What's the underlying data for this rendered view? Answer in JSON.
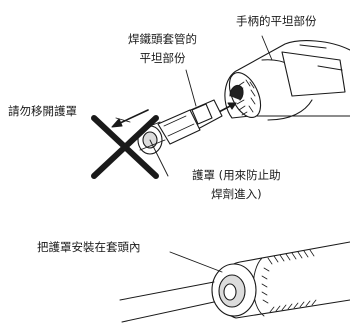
{
  "labels": {
    "flat_part_of_handle": "手柄的平坦部份",
    "flat_part_of_tip_sleeve": [
      "焊鐵頭套管的",
      "平坦部份"
    ],
    "do_not_remove_shield": "請勿移開護罩",
    "shield_note": [
      "護罩 (用來防止助",
      "焊劑進入)"
    ],
    "install_shield_in_sleeve": "把護罩安裝在套頭內"
  },
  "colors": {
    "line": "#1a1a1a",
    "shading": "#dcdcdc",
    "cross": "#1a1a1a"
  },
  "icons": {
    "prohibition": "cross-mark-icon",
    "direction_left": "arrow-left-icon",
    "direction_right": "arrow-right-icon"
  }
}
